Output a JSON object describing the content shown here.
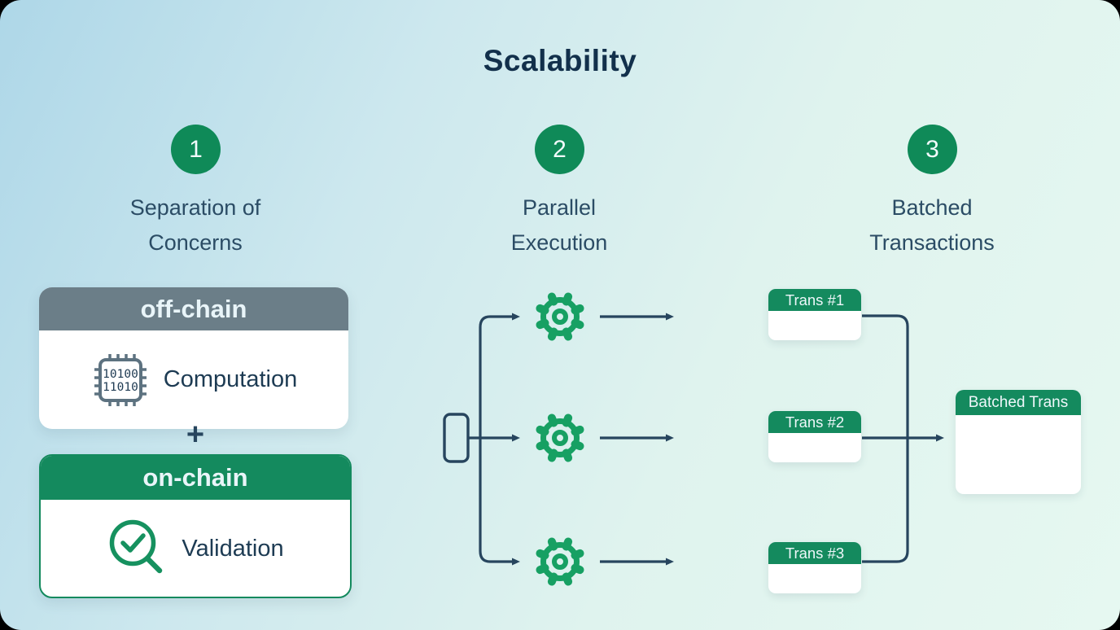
{
  "title": "Scalability",
  "steps": [
    {
      "number": "1",
      "line1": "Separation of",
      "line2": "Concerns"
    },
    {
      "number": "2",
      "line1": "Parallel",
      "line2": "Execution"
    },
    {
      "number": "3",
      "line1": "Batched",
      "line2": "Transactions"
    }
  ],
  "separation": {
    "off_chain": {
      "header": "off-chain",
      "label": "Computation",
      "chip_line1": "10100",
      "chip_line2": "11010"
    },
    "plus": "+",
    "on_chain": {
      "header": "on-chain",
      "label": "Validation"
    }
  },
  "batching": {
    "trans": [
      {
        "label": "Trans #1"
      },
      {
        "label": "Trans #2"
      },
      {
        "label": "Trans #3"
      }
    ],
    "batched": {
      "header": "Batched Trans"
    }
  },
  "icons": {
    "chip": "cpu-chip-icon",
    "magnifier": "magnifier-check-icon",
    "gear": "gear-icon",
    "input_block": "input-block-shape"
  },
  "colors": {
    "background_gradient_start": "#aed7e8",
    "background_gradient_end": "#e6f8f1",
    "green": "#148a5e",
    "gear_green": "#17a063",
    "header_gray": "#6b7e88",
    "line_navy": "#27455e",
    "title_navy": "#12304b",
    "text_navy": "#2b4c65",
    "chip_gray": "#5d7280"
  }
}
